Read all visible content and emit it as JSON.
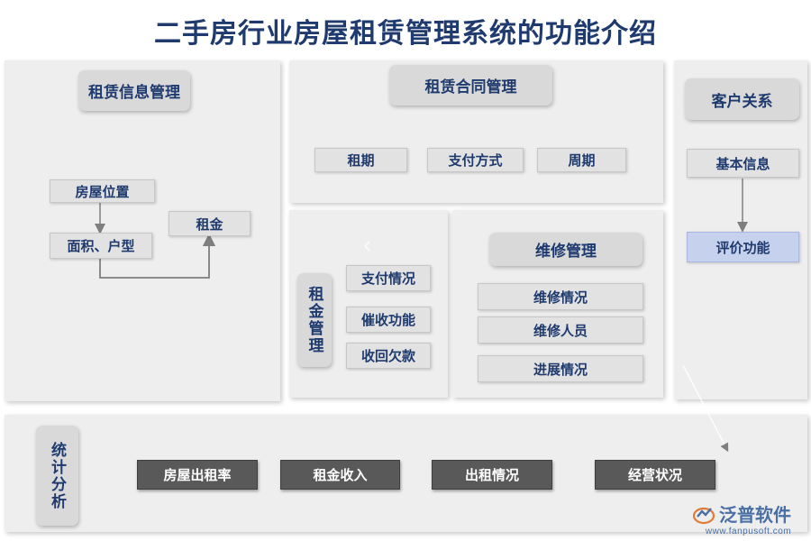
{
  "title": "二手房行业房屋租赁管理系统的功能介绍",
  "rental_info": {
    "header": "租赁信息管理",
    "location": "房屋位置",
    "area_type": "面积、户型",
    "rent": "租金"
  },
  "contract": {
    "header": "租赁合同管理",
    "items": [
      "租期",
      "支付方式",
      "周期"
    ]
  },
  "customer": {
    "header": "客户关系",
    "basic": "基本信息",
    "eval": "评价功能"
  },
  "rent_mgmt": {
    "label": "租金管理",
    "items": [
      "支付情况",
      "催收功能",
      "收回欠款"
    ]
  },
  "maintenance": {
    "header": "维修管理",
    "items": [
      "维修情况",
      "维修人员",
      "进展情况"
    ]
  },
  "stats": {
    "label": "统计分析",
    "items": [
      "房屋出租率",
      "租金收入",
      "出租情况",
      "经营状况"
    ]
  },
  "logo": {
    "name": "泛普软件",
    "url": "www.fanpusoft.com"
  },
  "colors": {
    "title": "#1f3a6e",
    "panel": "#eeeeee",
    "dark_box": "#595959",
    "highlight": "#c6d1ee"
  }
}
